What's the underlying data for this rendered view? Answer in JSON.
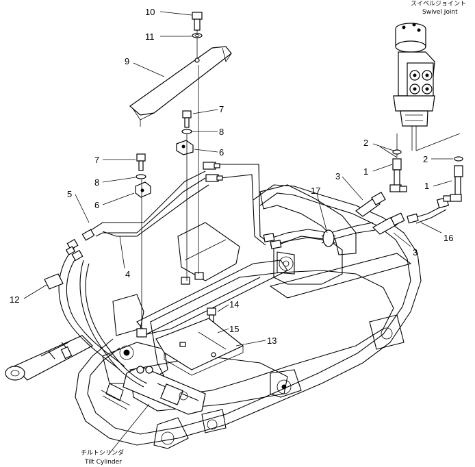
{
  "labels": {
    "p1a": "1",
    "p1b": "1",
    "p2a": "2",
    "p2b": "2",
    "p3a": "3",
    "p3b": "3",
    "p4": "4",
    "p5": "5",
    "p6a": "6",
    "p6b": "6",
    "p7a": "7",
    "p7b": "7",
    "p8a": "8",
    "p8b": "8",
    "p9": "9",
    "p10": "10",
    "p11": "11",
    "p12": "12",
    "p13": "13",
    "p14": "14",
    "p15": "15",
    "p16": "16",
    "p17": "17"
  },
  "captions": {
    "swivel_jp": "スイベルジョイント",
    "swivel_en": "Swivel Joint",
    "tilt_jp": "チルトシリンダ",
    "tilt_en": "Tilt Cylinder"
  }
}
